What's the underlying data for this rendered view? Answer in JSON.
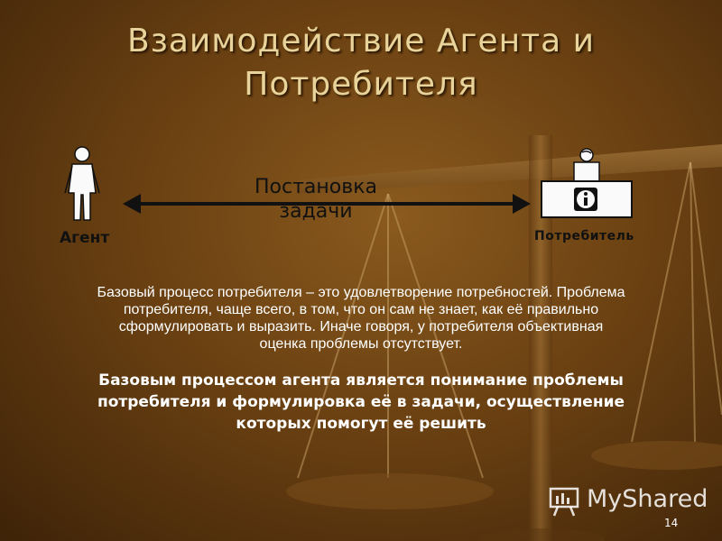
{
  "slide": {
    "title_line1": "Взаимодействие Агента и",
    "title_line2": "Потребителя",
    "agent_label": "Агент",
    "consumer_label": "Потребитель",
    "arrow_label_line1": "Постановка",
    "arrow_label_line2": "задачи",
    "paragraph_line1": "Базовый процесс потребителя – это удовлетворение потребностей. Проблема",
    "paragraph_line2": "потребителя, чаще всего, в том, что он сам не знает, как её правильно",
    "paragraph_line3": "сформулировать и  выразить. Иначе говоря, у потребителя объективная",
    "paragraph_line4": "оценка проблемы отсутствует.",
    "bold_line1": "Базовым процессом агента является понимание проблемы",
    "bold_line2": "потребителя и формулировка её в задачи, осуществление",
    "bold_line3": "которых помогут её решить",
    "watermark_text": "MyShared",
    "page_number": "14"
  },
  "colors": {
    "title": "#e8d49a",
    "body_text": "#ffffff",
    "background": "#6b4112"
  },
  "icons": {
    "agent": "person-icon",
    "consumer": "info-desk-icon",
    "arrow": "double-arrow-icon",
    "background": "balance-scales-icon",
    "watermark": "presentation-icon"
  }
}
